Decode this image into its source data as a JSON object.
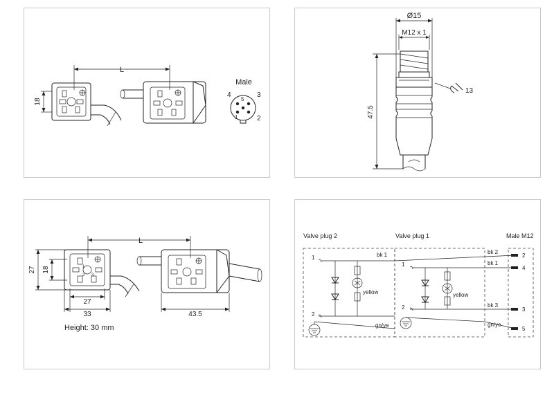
{
  "panel_top_left": {
    "dim_length": "L",
    "dim_height": "18",
    "pin_view_title": "Male",
    "pins": [
      "4",
      "3",
      "5",
      "1",
      "2"
    ]
  },
  "panel_top_right": {
    "dim_diameter": "Ø15",
    "dim_thread": "M12 x 1",
    "dim_wrench": "13",
    "dim_total_length": "47.5"
  },
  "panel_bottom_left": {
    "dim_length": "L",
    "dim_height_outer": "27",
    "dim_height_inner": "18",
    "dim_width_inner": "27",
    "dim_width_outer": "33",
    "dim_plug_length": "43.5",
    "height_note": "Height: 30 mm"
  },
  "panel_bottom_right": {
    "valve_plug_2": "Valve plug 2",
    "valve_plug_1": "Valve plug 1",
    "male_m12": "Male M12",
    "wire_bk1_a": "bk 1",
    "wire_bk2": "bk 2",
    "wire_bk1_b": "bk 1",
    "wire_bk3": "bk 3",
    "wire_gnye_a": "gn/ye",
    "wire_gnye_b": "gn/ye",
    "led_color_a": "yellow",
    "led_color_b": "yellow",
    "vp2_pin1": "1",
    "vp2_pin2": "2",
    "vp1_pin1": "1",
    "vp1_pin2": "2",
    "m12_pin2": "2",
    "m12_pin4": "4",
    "m12_pin3": "3",
    "m12_pin5": "5"
  }
}
